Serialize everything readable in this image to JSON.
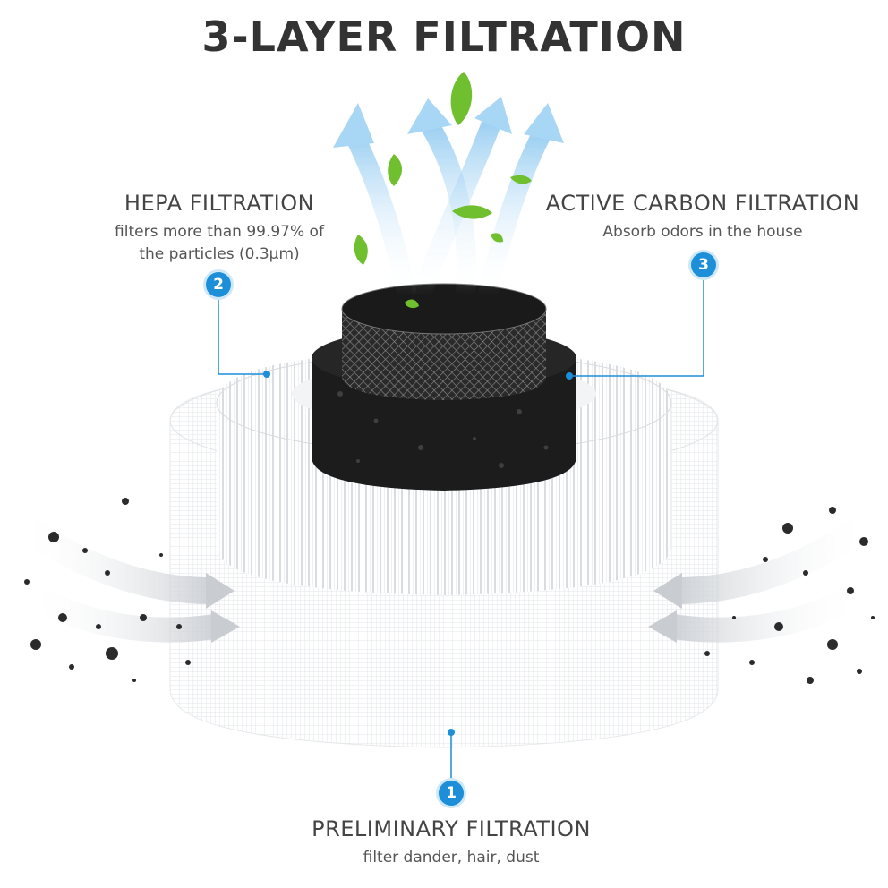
{
  "title": "3-LAYER FILTRATION",
  "callouts": {
    "hepa": {
      "number": "2",
      "heading": "HEPA FILTRATION",
      "desc_line1": "filters more than 99.97% of",
      "desc_line2": "the particles (0.3μm)"
    },
    "carbon": {
      "number": "3",
      "heading": "ACTIVE CARBON FILTRATION",
      "desc": "Absorb odors in the house"
    },
    "preliminary": {
      "number": "1",
      "heading": "PRELIMINARY FILTRATION",
      "desc": "filter dander, hair, dust"
    }
  },
  "colors": {
    "accent": "#1d8ed8",
    "title_text": "#333333",
    "carbon": "#1c1c1c",
    "leaf": "#6fbf2f",
    "airflow": "#8ecaf0"
  },
  "icons": [
    "leaf-icon",
    "airflow-arrow-icon",
    "dust-particle-icon"
  ]
}
